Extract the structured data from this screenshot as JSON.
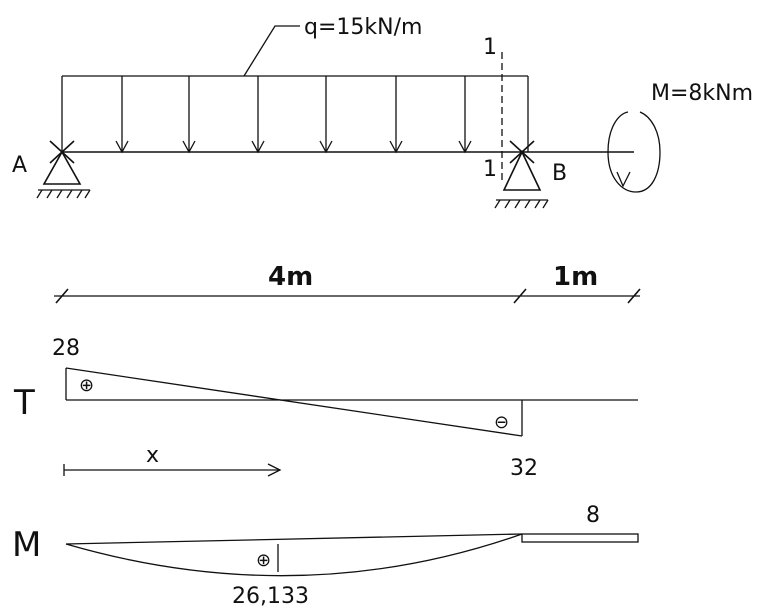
{
  "load": {
    "label": "q=15kN/m"
  },
  "moment": {
    "label": "M=8kNm"
  },
  "supports": {
    "a_label": "A",
    "b_label": "B"
  },
  "section": {
    "top_label": "1",
    "bottom_label": "1"
  },
  "dimensions": {
    "span_ab": "4m",
    "overhang": "1m"
  },
  "shear": {
    "symbol": "T",
    "left_value": "28",
    "right_value": "32",
    "positive_sign": "⊕",
    "negative_sign": "⊖",
    "axis_label": "x"
  },
  "bending": {
    "symbol": "M",
    "max_value": "26,133",
    "end_value": "8",
    "positive_sign": "⊕"
  }
}
